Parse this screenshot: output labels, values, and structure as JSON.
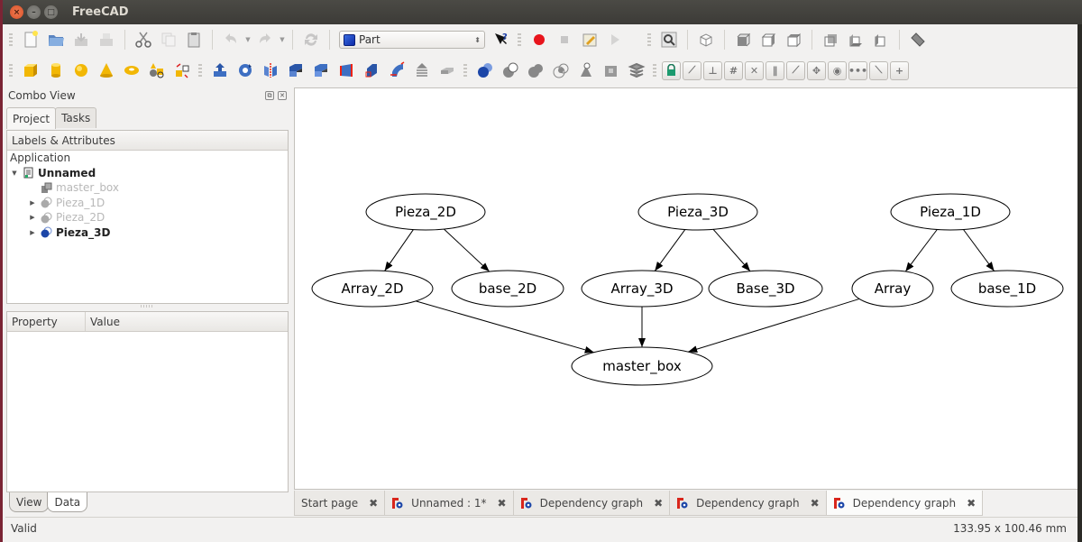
{
  "window": {
    "title": "FreeCAD"
  },
  "toolbar1": {
    "file": [
      "new-document-icon",
      "open-folder-icon",
      "save-icon",
      "save-as-icon"
    ],
    "edit": [
      "cut-icon",
      "copy-icon",
      "paste-icon",
      "undo-icon",
      "redo-icon"
    ],
    "refresh": "refresh-icon",
    "workbench": {
      "label": "Part"
    },
    "help": "whats-this-icon",
    "macro": [
      "macro-record-icon",
      "macro-stop-icon",
      "macro-edit-icon",
      "macro-run-icon"
    ],
    "views": [
      "fit-all-icon",
      "isometric-view-icon",
      "front-view-icon",
      "top-view-icon",
      "right-view-icon",
      "rear-view-icon",
      "bottom-view-icon",
      "left-view-icon",
      "measure-icon"
    ]
  },
  "toolbar2": {
    "primitives": [
      "box",
      "cylinder",
      "sphere",
      "cone",
      "torus",
      "create-primitives",
      "shape-builder"
    ],
    "part_tools": [
      "extrude",
      "revolve",
      "mirror",
      "fillet",
      "chamfer",
      "ruled-surface",
      "loft",
      "sweep",
      "section",
      "cross-sections"
    ],
    "booleans": [
      "boolean",
      "cut",
      "fuse",
      "common",
      "check-geometry",
      "defeaturing",
      "compound"
    ],
    "constraints": [
      "lock",
      "coincident",
      "perpendicular",
      "tangent",
      "cross",
      "parallel",
      "point-on-object",
      "symmetric",
      "concentric",
      "points",
      "horizontal-distance",
      "add"
    ]
  },
  "combo_view": {
    "title": "Combo View",
    "tabs": [
      {
        "label": "Project",
        "active": true
      },
      {
        "label": "Tasks",
        "active": false
      }
    ],
    "tree": {
      "header": "Labels & Attributes",
      "root": "Application",
      "document": "Unnamed",
      "items": [
        {
          "label": "master_box",
          "state": "hidden",
          "expandable": false
        },
        {
          "label": "Pieza_1D",
          "state": "hidden",
          "expandable": true
        },
        {
          "label": "Pieza_2D",
          "state": "hidden",
          "expandable": true
        },
        {
          "label": "Pieza_3D",
          "state": "visible",
          "expandable": true
        }
      ]
    },
    "property": {
      "col1": "Property",
      "col2": "Value"
    },
    "bottom_tabs": [
      {
        "label": "View",
        "active": false
      },
      {
        "label": "Data",
        "active": true
      }
    ]
  },
  "graph": {
    "nodes": [
      {
        "id": "Pieza_2D",
        "label": "Pieza_2D"
      },
      {
        "id": "Pieza_3D",
        "label": "Pieza_3D"
      },
      {
        "id": "Pieza_1D",
        "label": "Pieza_1D"
      },
      {
        "id": "Array_2D",
        "label": "Array_2D"
      },
      {
        "id": "base_2D",
        "label": "base_2D"
      },
      {
        "id": "Array_3D",
        "label": "Array_3D"
      },
      {
        "id": "Base_3D",
        "label": "Base_3D"
      },
      {
        "id": "Array",
        "label": "Array"
      },
      {
        "id": "base_1D",
        "label": "base_1D"
      },
      {
        "id": "master_box",
        "label": "master_box"
      }
    ],
    "edges": [
      [
        "Pieza_2D",
        "Array_2D"
      ],
      [
        "Pieza_2D",
        "base_2D"
      ],
      [
        "Pieza_3D",
        "Array_3D"
      ],
      [
        "Pieza_3D",
        "Base_3D"
      ],
      [
        "Pieza_1D",
        "Array"
      ],
      [
        "Pieza_1D",
        "base_1D"
      ],
      [
        "Array_2D",
        "master_box"
      ],
      [
        "Array_3D",
        "master_box"
      ],
      [
        "Array",
        "master_box"
      ]
    ]
  },
  "document_tabs": [
    {
      "label": "Start page",
      "icon": false,
      "active": false
    },
    {
      "label": "Unnamed : 1*",
      "icon": true,
      "active": false
    },
    {
      "label": "Dependency graph",
      "icon": true,
      "active": false
    },
    {
      "label": "Dependency graph",
      "icon": true,
      "active": false
    },
    {
      "label": "Dependency graph",
      "icon": true,
      "active": true
    }
  ],
  "status": {
    "message": "Valid",
    "dimensions": "133.95 x 100.46 mm"
  }
}
